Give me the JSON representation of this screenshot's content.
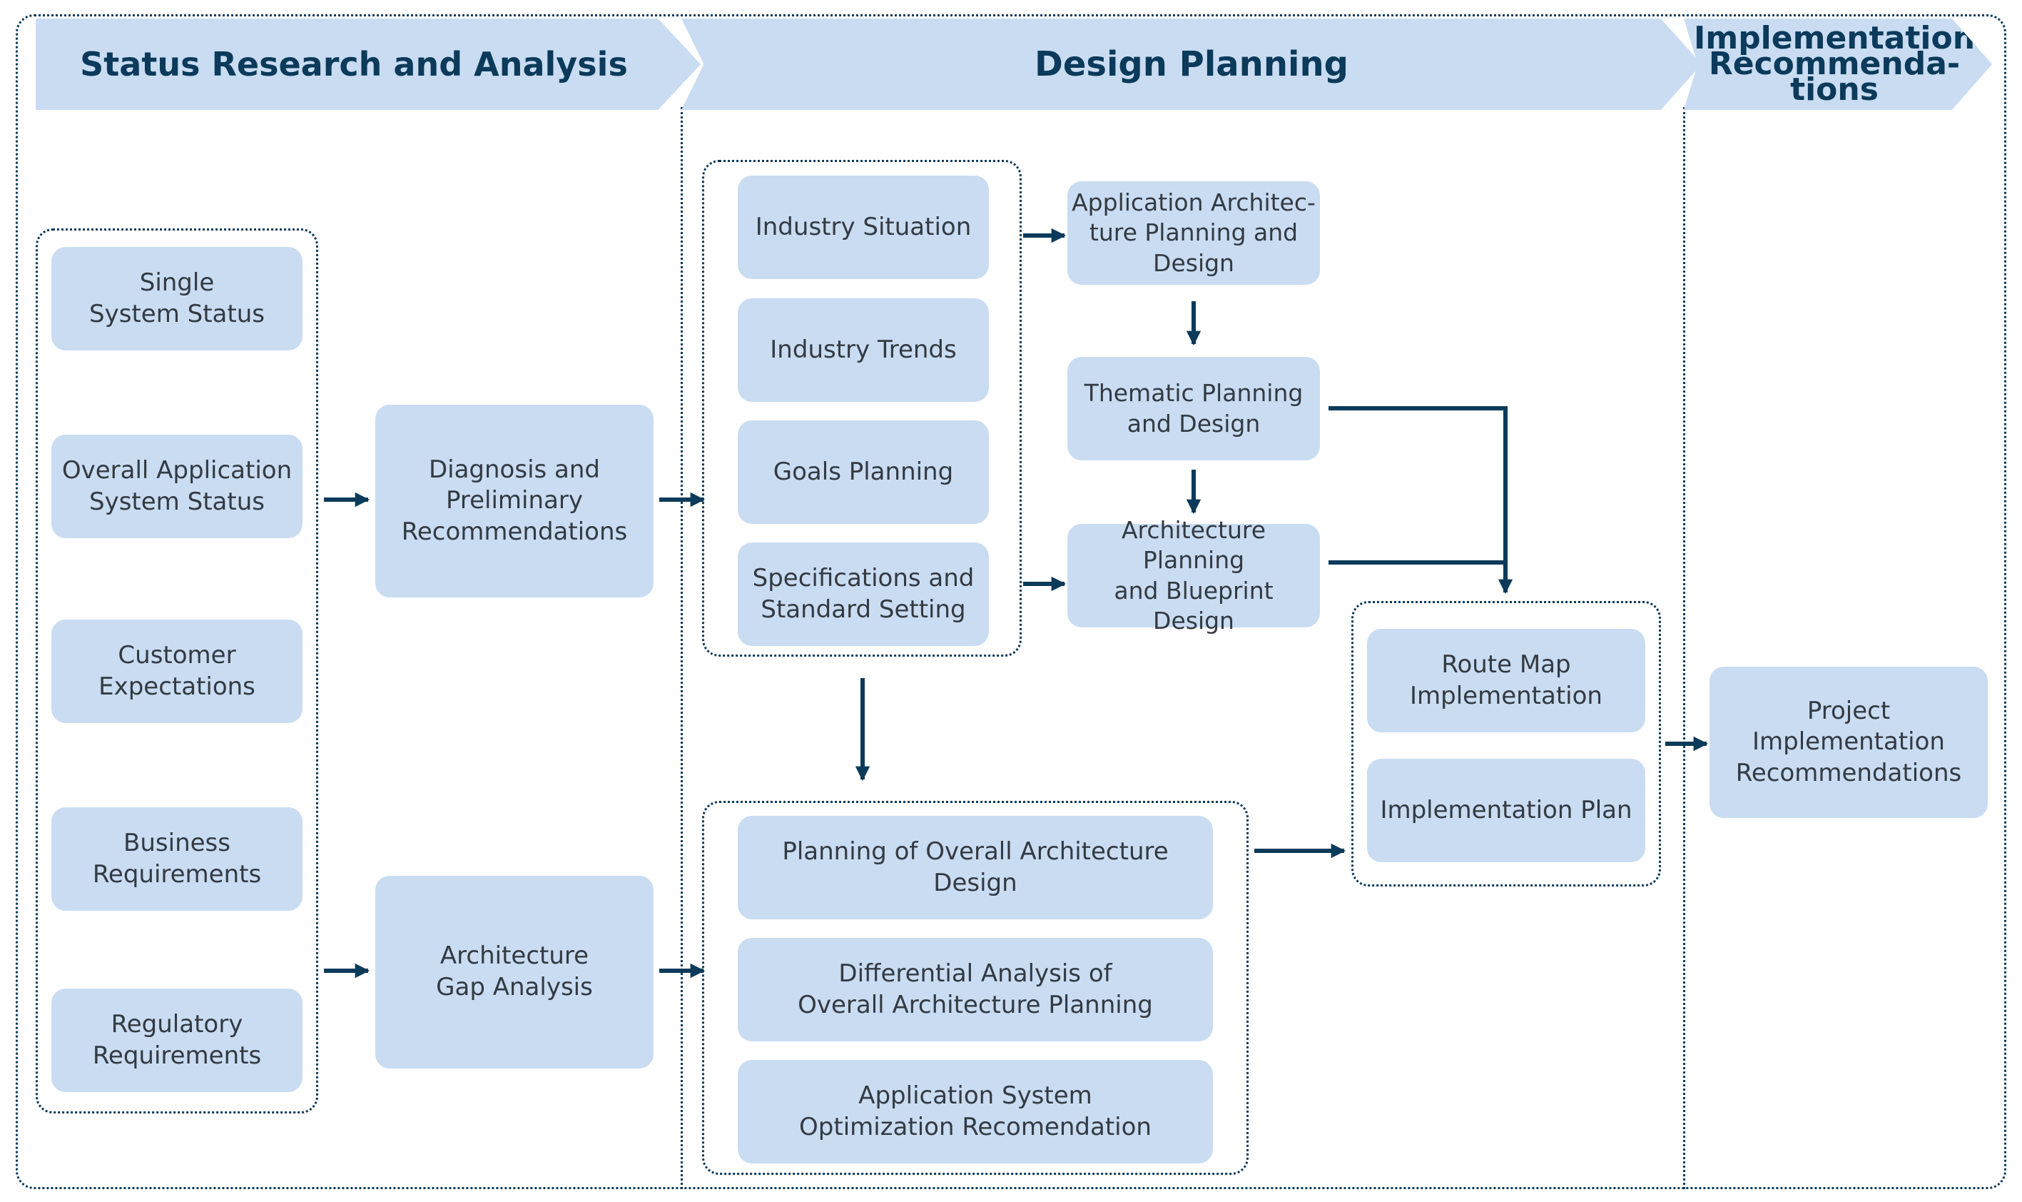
{
  "phases": {
    "status_research": "Status Research and Analysis",
    "design_planning": "Design Planning",
    "implementation": "Implementation\nRecommenda-\ntions"
  },
  "research_inputs": [
    "Single\nSystem Status",
    "Overall Application\nSystem Status",
    "Customer\nExpectations",
    "Business\nRequirements",
    "Regulatory\nRequirements"
  ],
  "analysis": {
    "diagnosis": "Diagnosis and\nPreliminary\nRecommendations",
    "gap_analysis": "Architecture\nGap Analysis"
  },
  "planning_inputs": [
    "Industry Situation",
    "Industry Trends",
    "Goals Planning",
    "Specifications and\nStandard Setting"
  ],
  "design_steps": {
    "app_architecture": "Application Architec-\nture Planning and\nDesign",
    "thematic": "Thematic Planning\nand Design",
    "blueprint": "Architecture Planning\nand Blueprint Design"
  },
  "overall_design": [
    "Planning of Overall Architecture Design",
    "Differential Analysis of\nOverall Architecture Planning",
    "Application System\nOptimization Recomendation"
  ],
  "implementation_steps": {
    "route_map": "Route Map\nImplementation",
    "plan": "Implementation Plan"
  },
  "final_output": "Project Implementation\nRecommendations",
  "colors": {
    "box_fill": "#c9dcf2",
    "accent_navy": "#0b3a5a",
    "text": "#333a42"
  }
}
